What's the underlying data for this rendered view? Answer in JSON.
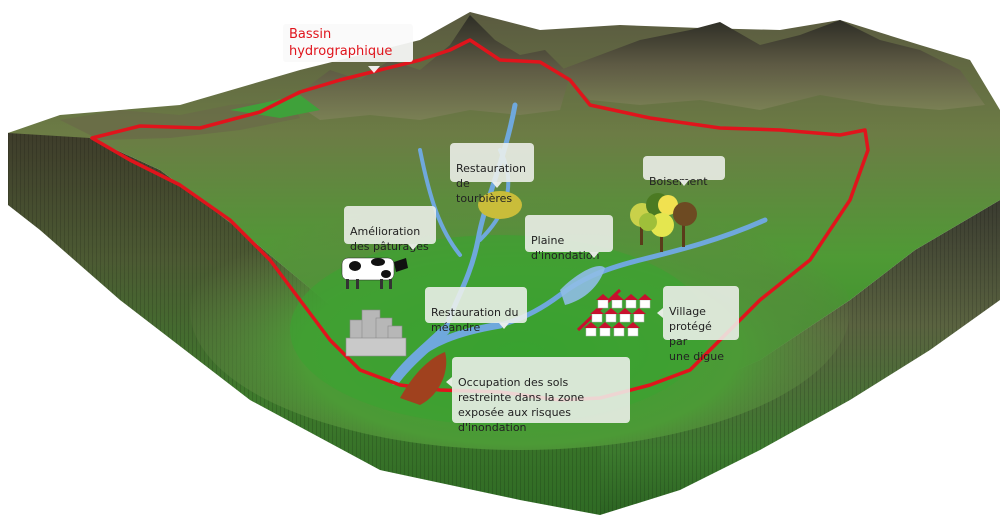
{
  "basin": {
    "label": "Bassin\nhydrographique"
  },
  "callouts": {
    "tourbieres": "Restauration\nde tourbières",
    "boisement": "Boisement",
    "paturages": "Amélioration\ndes pâturages",
    "plaine": "Plaine\nd'inondation",
    "meandre": "Restauration du\nméandre",
    "village": "Village\nprotégé par\nune digue",
    "occupation": "Occupation des sols\nrestreinte dans la zone\nexposée aux risques\nd'inondation"
  },
  "colors": {
    "basin_outline": "#e0141c",
    "river": "#6fa8dc",
    "grass": "#3f9a2e",
    "mountain": "#4a4e3a",
    "peat": "#c9bd3a",
    "restricted_zone": "#a0411e",
    "roof": "#c8102e"
  },
  "icons": [
    "cow-icon",
    "trees-icon",
    "buildings-icon",
    "houses-icon"
  ]
}
